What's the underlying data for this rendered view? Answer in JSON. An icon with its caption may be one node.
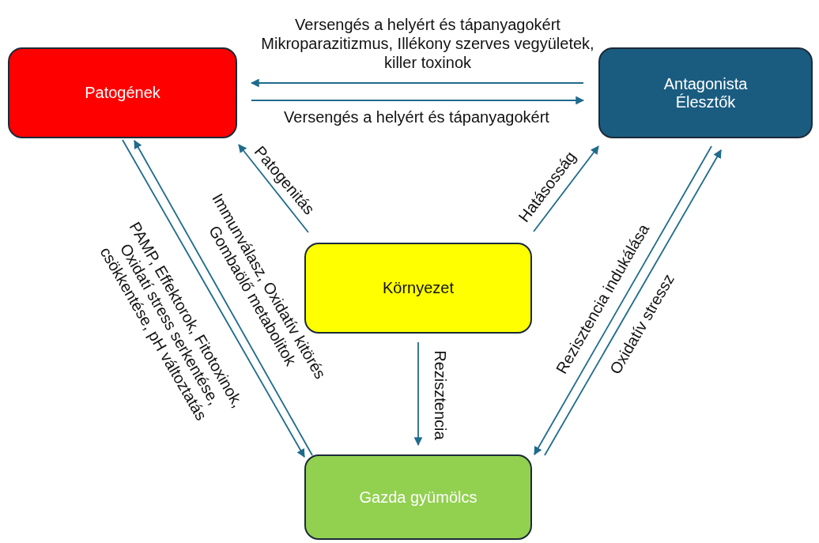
{
  "diagram": {
    "nodes": [
      {
        "text": [
          "Patogének"
        ]
      },
      {
        "text": [
          "Antagonista Élesztők"
        ]
      },
      {
        "text": [
          "Környezet"
        ]
      },
      {
        "text": [
          "Gazda gyümölcs"
        ]
      }
    ],
    "edges": [
      {
        "from": 1,
        "to": 0,
        "arrow": "to",
        "label": "Versengés a helyért és tápanyagokért Mikroparazitizmus, Illékony szerves vegyületek, killer toxinok"
      },
      {
        "from": 0,
        "to": 1,
        "arrow": "to",
        "label": "Versengés a helyért és tápanyagokért"
      },
      {
        "from": 2,
        "to": 0,
        "arrow": "to",
        "label": "Patogenitás"
      },
      {
        "from": 2,
        "to": 1,
        "arrow": "to",
        "label": "Hatásosság"
      },
      {
        "from": 2,
        "to": 3,
        "arrow": "to",
        "label": "Rezisztencia"
      },
      {
        "from": 0,
        "to": 3,
        "arrow": "to",
        "label": "PAMP, Effektorok, Fitotoxinok, Oxidatí stress serkentése, csökkentése, pH változtatás"
      },
      {
        "from": 3,
        "to": 0,
        "arrow": "to",
        "label": "Immunválasz, Oxidatív kitörés Gombaölő metabolitok"
      },
      {
        "from": 1,
        "to": 3,
        "arrow": "to",
        "label": "Rezisztencia indukálása"
      },
      {
        "from": 3,
        "to": 1,
        "arrow": "to",
        "label": "Oxidatív stressz"
      }
    ]
  }
}
